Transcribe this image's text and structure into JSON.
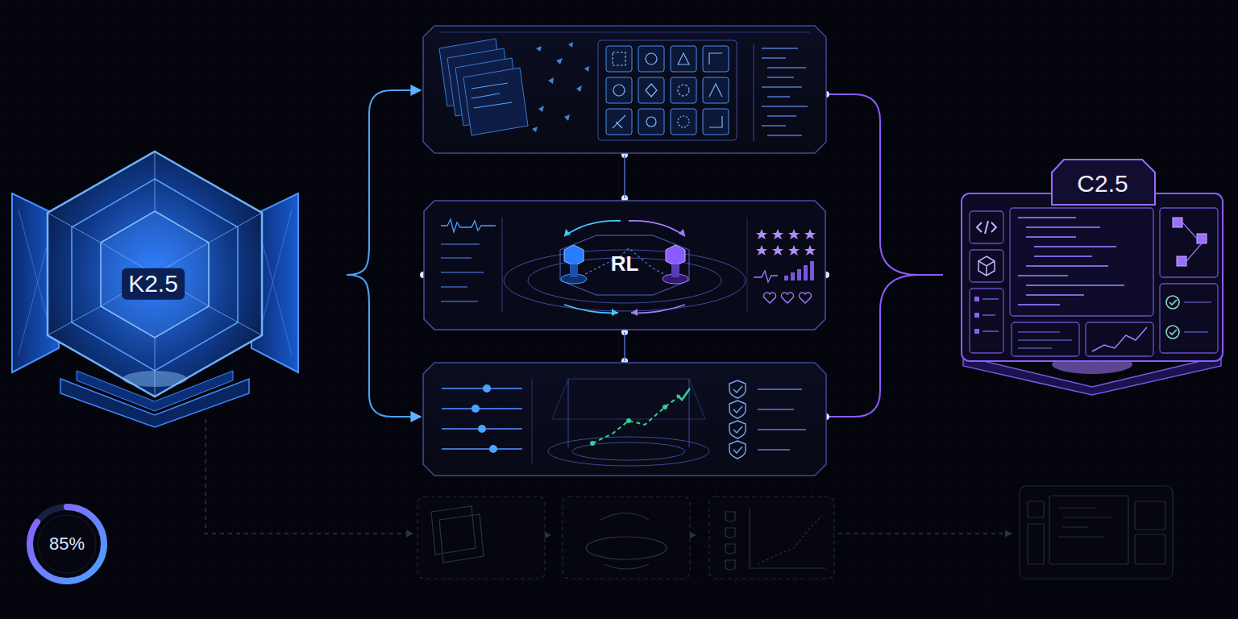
{
  "diagram": {
    "nodes": [
      {
        "text": [
          "K2.5"
        ]
      },
      {
        "text": [
          "RL"
        ]
      },
      {
        "text": [
          "C2.5"
        ]
      },
      {
        "text": [
          "85%"
        ]
      }
    ],
    "edges": [
      {
        "from": 0,
        "to": 1,
        "arrow": "none"
      },
      {
        "from": 1,
        "to": 2,
        "arrow": "to"
      }
    ]
  }
}
